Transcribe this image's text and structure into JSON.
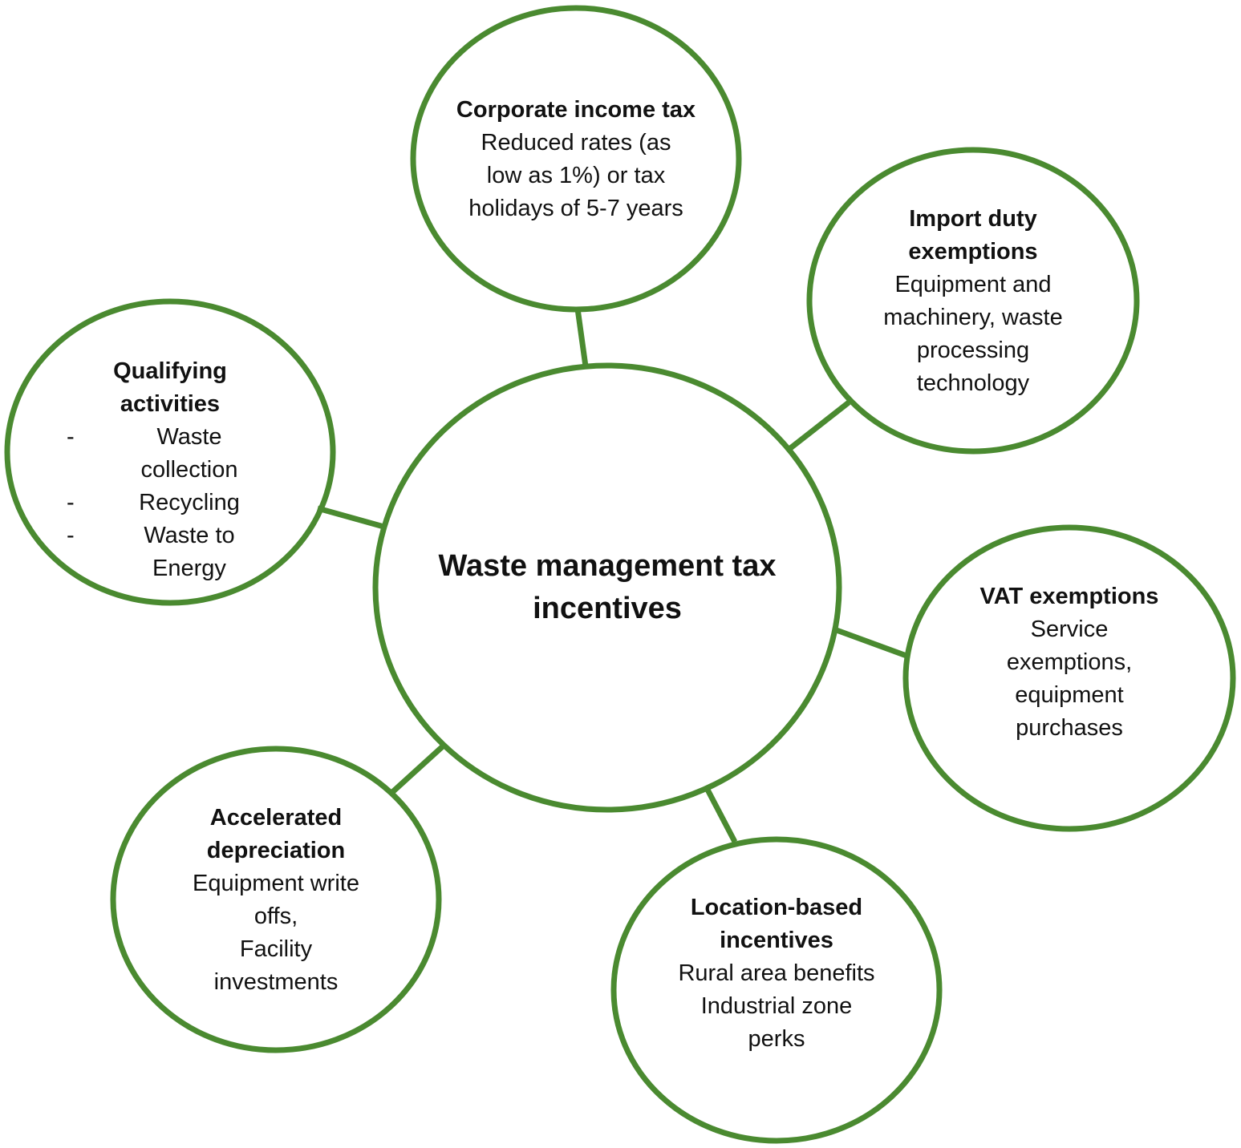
{
  "colors": {
    "stroke": "#4a8a30",
    "background": "#ffffff",
    "text": "#111111"
  },
  "center": {
    "title": "Waste management tax incentives"
  },
  "nodes": {
    "corporate": {
      "title": "Corporate income tax",
      "body": "Reduced rates (as low as 1%) or tax holidays of 5-7 years"
    },
    "import": {
      "title": "Import duty exemptions",
      "body": "Equipment and machinery, waste processing technology"
    },
    "vat": {
      "title": "VAT exemptions",
      "body": "Service exemptions, equipment purchases"
    },
    "location": {
      "title": "Location-based incentives",
      "body_lines": [
        "Rural area benefits",
        "Industrial zone perks"
      ]
    },
    "accelerated": {
      "title": "Accelerated depreciation",
      "body_lines": [
        "Equipment write offs,",
        "Facility investments"
      ]
    },
    "qualifying": {
      "title": "Qualifying activities",
      "bullet": "-",
      "items": [
        "Waste collection",
        "Recycling",
        "Waste to Energy"
      ]
    }
  }
}
